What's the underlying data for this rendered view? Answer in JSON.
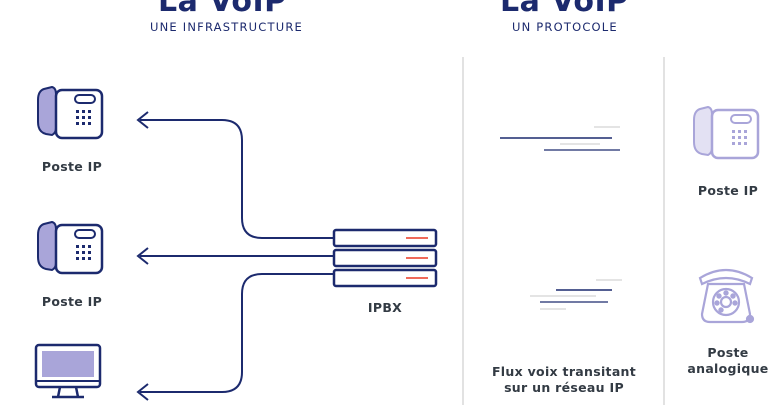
{
  "left_section": {
    "title": "La VoIP",
    "subtitle": "UNE INFRASTRUCTURE",
    "devices": [
      {
        "label": "Poste IP",
        "icon": "ip-phone-icon"
      },
      {
        "label": "Poste IP",
        "icon": "ip-phone-icon"
      },
      {
        "label": "",
        "icon": "computer-monitor-icon"
      }
    ],
    "server": {
      "label": "IPBX",
      "icon": "ipbx-server-icon"
    }
  },
  "right_section": {
    "title": "La VoIP",
    "subtitle": "UN PROTOCOLE",
    "caption_line1": "Flux voix transitant",
    "caption_line2": "sur un réseau IP",
    "devices": [
      {
        "label": "Poste IP",
        "icon": "ip-phone-icon"
      },
      {
        "label_line1": "Poste",
        "label_line2": "analogique",
        "icon": "analog-phone-icon"
      }
    ]
  },
  "colors": {
    "navy": "#1c2a6e",
    "lavender": "#a9a5d9",
    "soft_lavender": "#cbc8e6",
    "accent_red": "#ef6a5a",
    "divider": "#d9d9d9",
    "label_text": "#333b44"
  }
}
